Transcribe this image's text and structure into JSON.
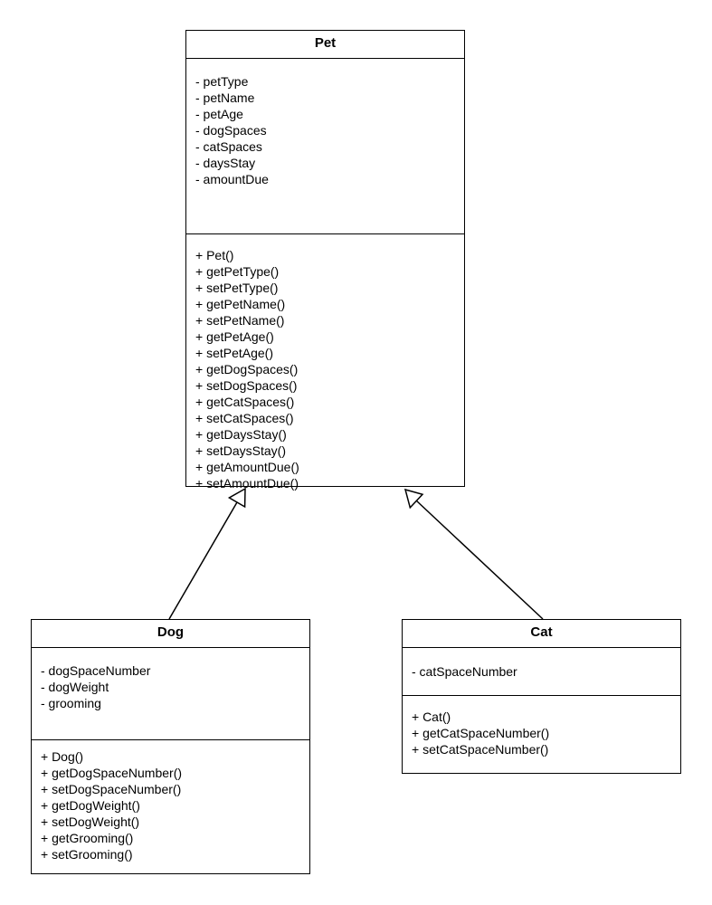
{
  "classes": {
    "pet": {
      "name": "Pet",
      "attributes": [
        "- petType",
        "- petName",
        "- petAge",
        "- dogSpaces",
        "- catSpaces",
        "- daysStay",
        "- amountDue"
      ],
      "methods": [
        "+ Pet()",
        "+ getPetType()",
        "+ setPetType()",
        "+ getPetName()",
        "+ setPetName()",
        "+ getPetAge()",
        "+ setPetAge()",
        "+ getDogSpaces()",
        "+ setDogSpaces()",
        "+ getCatSpaces()",
        "+ setCatSpaces()",
        "+ getDaysStay()",
        "+ setDaysStay()",
        "+ getAmountDue()",
        "+ setAmountDue()"
      ]
    },
    "dog": {
      "name": "Dog",
      "attributes": [
        "- dogSpaceNumber",
        "- dogWeight",
        "- grooming"
      ],
      "methods": [
        "+ Dog()",
        "+ getDogSpaceNumber()",
        "+ setDogSpaceNumber()",
        "+ getDogWeight()",
        "+ setDogWeight()",
        "+ getGrooming()",
        "+ setGrooming()"
      ]
    },
    "cat": {
      "name": "Cat",
      "attributes": [
        "- catSpaceNumber"
      ],
      "methods": [
        "+ Cat()",
        "+ getCatSpaceNumber()",
        "+ setCatSpaceNumber()"
      ]
    }
  },
  "relationships": [
    {
      "type": "generalization",
      "from": "Dog",
      "to": "Pet"
    },
    {
      "type": "generalization",
      "from": "Cat",
      "to": "Pet"
    }
  ]
}
